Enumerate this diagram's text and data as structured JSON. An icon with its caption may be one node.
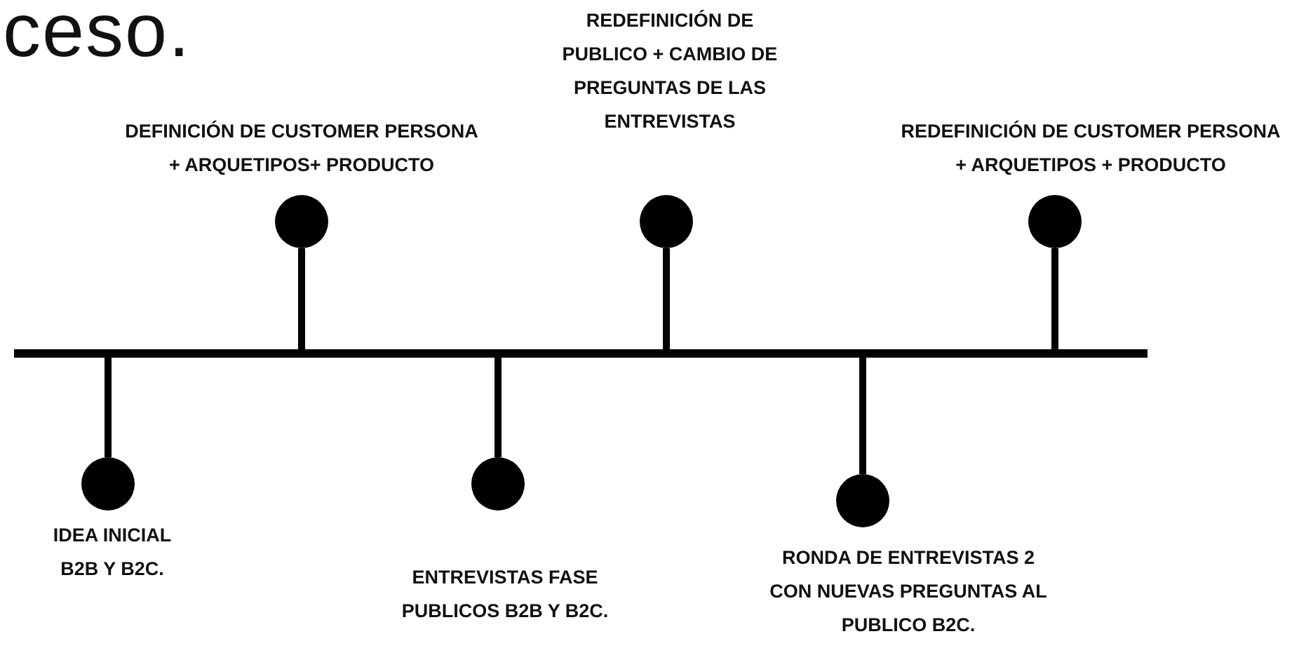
{
  "diagram": {
    "title": "ceso.",
    "nodes": [
      {
        "text": [],
        "shape": "circle",
        "beside": [
          "IDEA INICIAL B2B Y B2C."
        ]
      },
      {
        "text": [],
        "shape": "circle",
        "beside": [
          "DEFINICIÓN DE CUSTOMER PERSONA + ARQUETIPOS+ PRODUCTO"
        ]
      },
      {
        "text": [],
        "shape": "circle",
        "beside": [
          "ENTREVISTAS FASE PUBLICOS B2B Y B2C."
        ]
      },
      {
        "text": [],
        "shape": "circle",
        "beside": [
          "REDEFINICIÓN DE PUBLICO + CAMBIO DE PREGUNTAS DE LAS ENTREVISTAS"
        ]
      },
      {
        "text": [],
        "shape": "circle",
        "beside": [
          "RONDA DE ENTREVISTAS 2 CON NUEVAS PREGUNTAS AL PUBLICO B2C."
        ]
      },
      {
        "text": [],
        "shape": "circle",
        "beside": [
          "REDEFINICIÓN DE CUSTOMER PERSONA + ARQUETIPOS + PRODUCTO"
        ]
      },
      {
        "text": [],
        "shape": "bar"
      }
    ],
    "edges": [
      {
        "from": 0,
        "to": 6,
        "arrow": "none"
      },
      {
        "from": 1,
        "to": 6,
        "arrow": "none"
      },
      {
        "from": 2,
        "to": 6,
        "arrow": "none"
      },
      {
        "from": 3,
        "to": 6,
        "arrow": "none"
      },
      {
        "from": 4,
        "to": 6,
        "arrow": "none"
      },
      {
        "from": 5,
        "to": 6,
        "arrow": "none"
      }
    ]
  }
}
